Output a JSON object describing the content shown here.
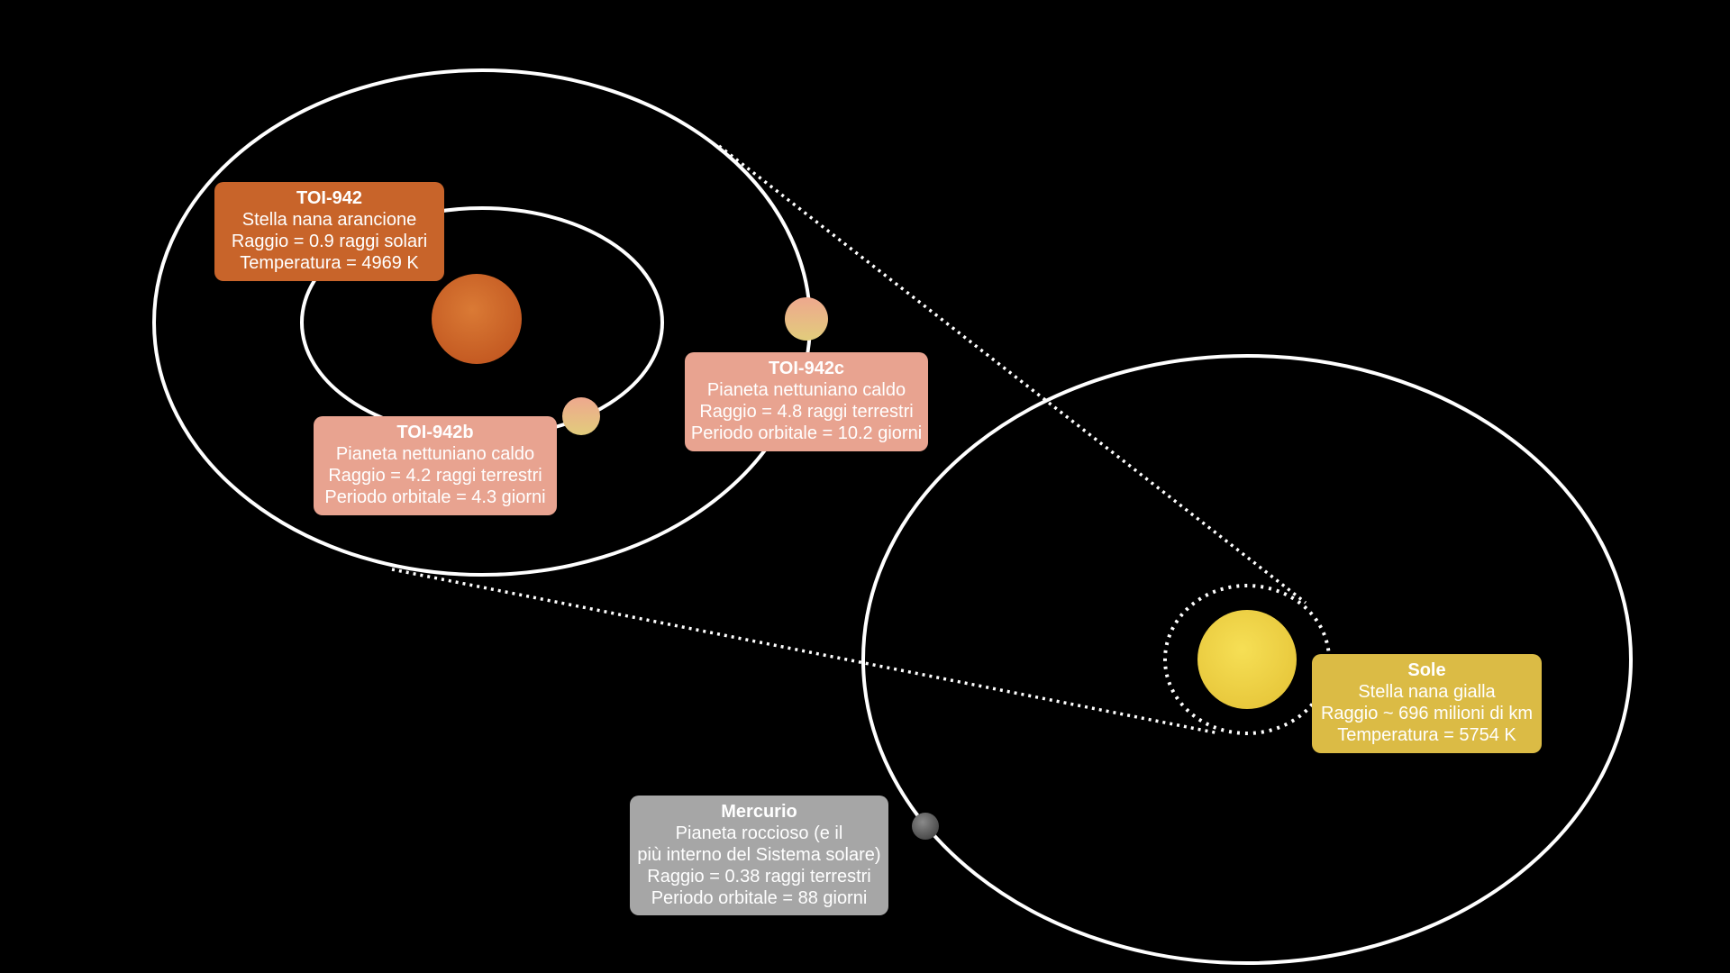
{
  "colors": {
    "toi942": "#c8642a",
    "planets": "#e8a390",
    "sole": "#dbbb45",
    "mercurio": "#a6a6a6",
    "star_orange": "#d2692a",
    "sun_yellow": "#f2d44a"
  },
  "toi942": {
    "title": "TOI-942",
    "lines": [
      "Stella nana arancione",
      "Raggio = 0.9 raggi solari",
      "Temperatura = 4969 K"
    ]
  },
  "toi942b": {
    "title": "TOI-942b",
    "lines": [
      "Pianeta nettuniano caldo",
      "Raggio = 4.2 raggi terrestri",
      "Periodo orbitale = 4.3 giorni"
    ]
  },
  "toi942c": {
    "title": "TOI-942c",
    "lines": [
      "Pianeta nettuniano caldo",
      "Raggio = 4.8 raggi terrestri",
      "Periodo orbitale = 10.2 giorni"
    ]
  },
  "sole": {
    "title": "Sole",
    "lines": [
      "Stella nana gialla",
      "Raggio ~ 696 milioni di km",
      "Temperatura = 5754 K"
    ]
  },
  "mercurio": {
    "title": "Mercurio",
    "lines": [
      "Pianeta roccioso (e il",
      "più interno del Sistema solare)",
      "Raggio = 0.38 raggi terrestri",
      "Periodo orbitale = 88 giorni"
    ]
  }
}
